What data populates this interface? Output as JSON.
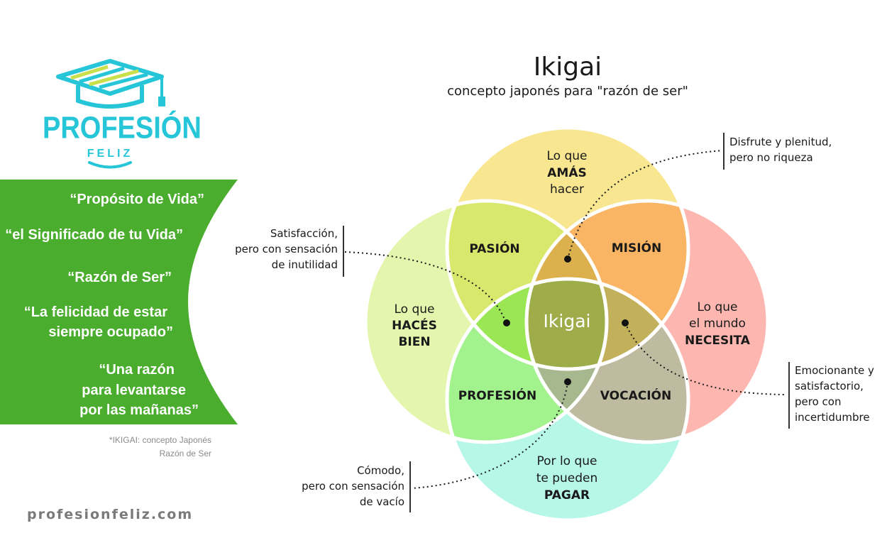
{
  "logo": {
    "name": "PROFESIÓN",
    "sub": "FELIZ"
  },
  "quotes": [
    "“Propósito de Vida”",
    "“el Significado de tu Vida”",
    "“Razón de Ser”",
    "“La felicidad de estar",
    "siempre ocupado”",
    "“Una razón",
    "para levantarse",
    "por las mañanas”"
  ],
  "footnote": {
    "line1": "*IKIGAI:  concepto Japonés",
    "line2": "Razón de Ser"
  },
  "website": "profesionfeliz.com",
  "title": "Ikigai",
  "subtitle": "concepto japonés para \"razón de ser\"",
  "circles": {
    "top": {
      "line1": "Lo que",
      "line2": "AMÁS",
      "line3": "hacer",
      "color": "#f8e690"
    },
    "left": {
      "line1": "Lo que",
      "line2": "HACÉS",
      "line3": "BIEN",
      "color": "#e4f6ae"
    },
    "right": {
      "line1": "Lo que",
      "line2": "el mundo",
      "line3": "NECESITA",
      "color": "#feb7b0"
    },
    "bottom": {
      "line1": "Por lo que",
      "line2": "te pueden",
      "line3": "PAGAR",
      "color": "#b6f7e8"
    }
  },
  "intersections": {
    "pasion": {
      "label": "PASIÓN",
      "color": "#d8e86c"
    },
    "mision": {
      "label": "MISIÓN",
      "color": "#f9b564"
    },
    "profesion": {
      "label": "PROFESIÓN",
      "color": "#a2f28e"
    },
    "vocacion": {
      "label": "VOCACIÓN",
      "color": "#bfbba0"
    },
    "center": {
      "label": "Ikigai",
      "color": "#9fac4a"
    }
  },
  "notes": {
    "top_right": [
      "Disfrute y plenitud,",
      "pero no riqueza"
    ],
    "left": [
      "Satisfacción,",
      "pero con sensación",
      "de inutilidad"
    ],
    "right": [
      "Emocionante y",
      "satisfactorio,",
      "pero con",
      "incertidumbre"
    ],
    "bottom_left": [
      "Cómodo,",
      "pero con sensación",
      "de vacío"
    ]
  },
  "colors": {
    "green_panel": "#4aad2e",
    "logo_teal": "#26c6d8",
    "outline": "#ffffff"
  }
}
